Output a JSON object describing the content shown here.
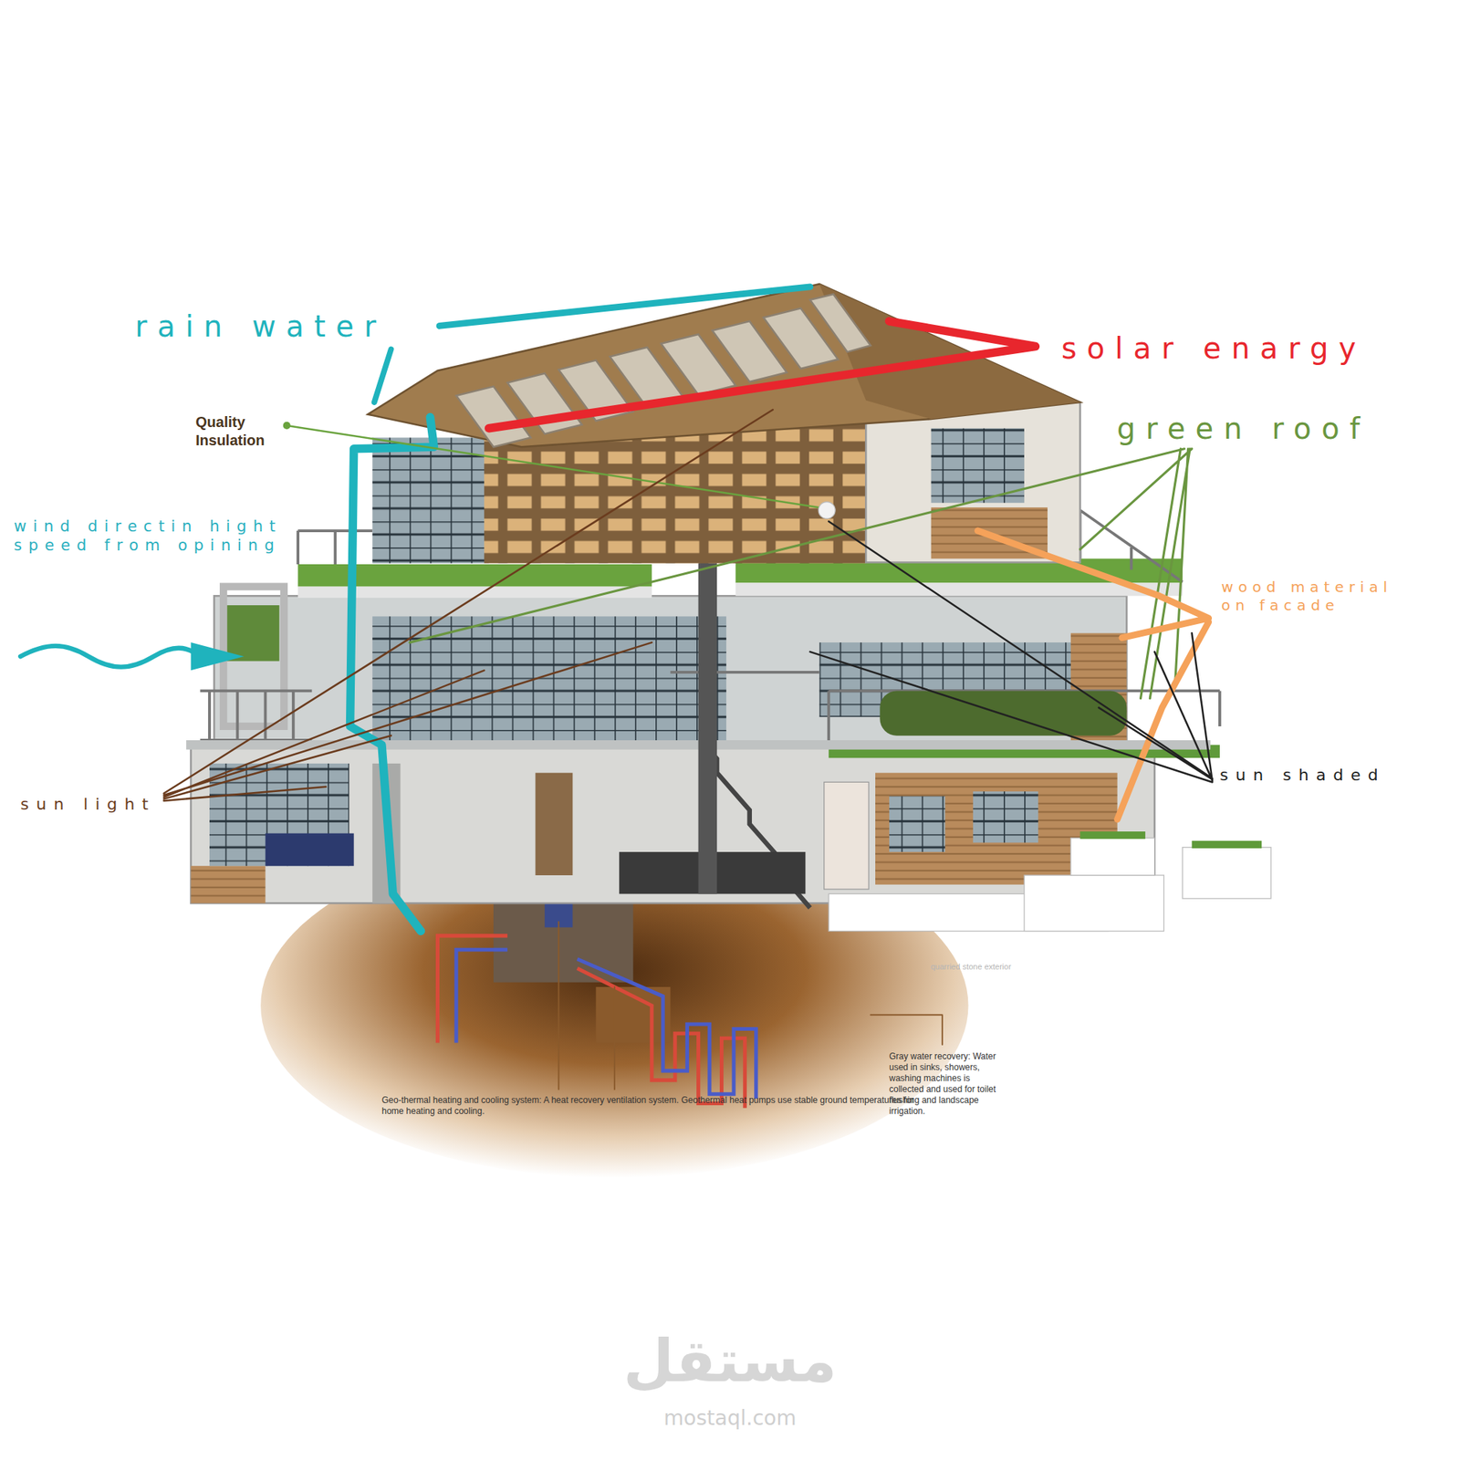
{
  "diagram": {
    "labels": [
      "rain water",
      "solar enargy",
      "Quality Insulation",
      "green roof",
      "wind directin hight speed from opining",
      "wood material on facade",
      "sun shaded",
      "sun light",
      "quarried stone exterior",
      "Geo-thermal heating and cooling system: A heat recovery ventilation system. Geothermal heat pumps use stable ground temperatures for home heating and cooling.",
      "Gray water recovery: Water used in sinks, showers, washing machines is collected and used for toilet flushing and landscape irrigation.",
      "مستقل",
      "mostaql.com"
    ]
  }
}
